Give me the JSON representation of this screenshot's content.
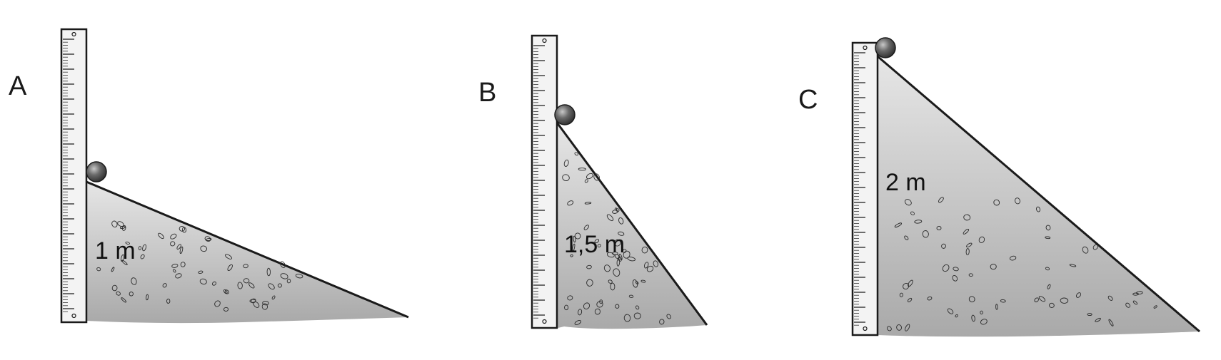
{
  "panels": [
    {
      "id": "A",
      "letter": "A",
      "height_label": "1 m"
    },
    {
      "id": "B",
      "letter": "B",
      "height_label": "1,5 m"
    },
    {
      "id": "C",
      "letter": "C",
      "height_label": "2 m"
    }
  ],
  "colors": {
    "outline": "#1a1a1a",
    "ramp_top": "#e6e6e6",
    "ramp_bottom": "#a9a9a9",
    "ruler_fill": "#f3f3f3",
    "ball_light": "#c8c8c8",
    "ball_dark": "#2b2b2b"
  }
}
